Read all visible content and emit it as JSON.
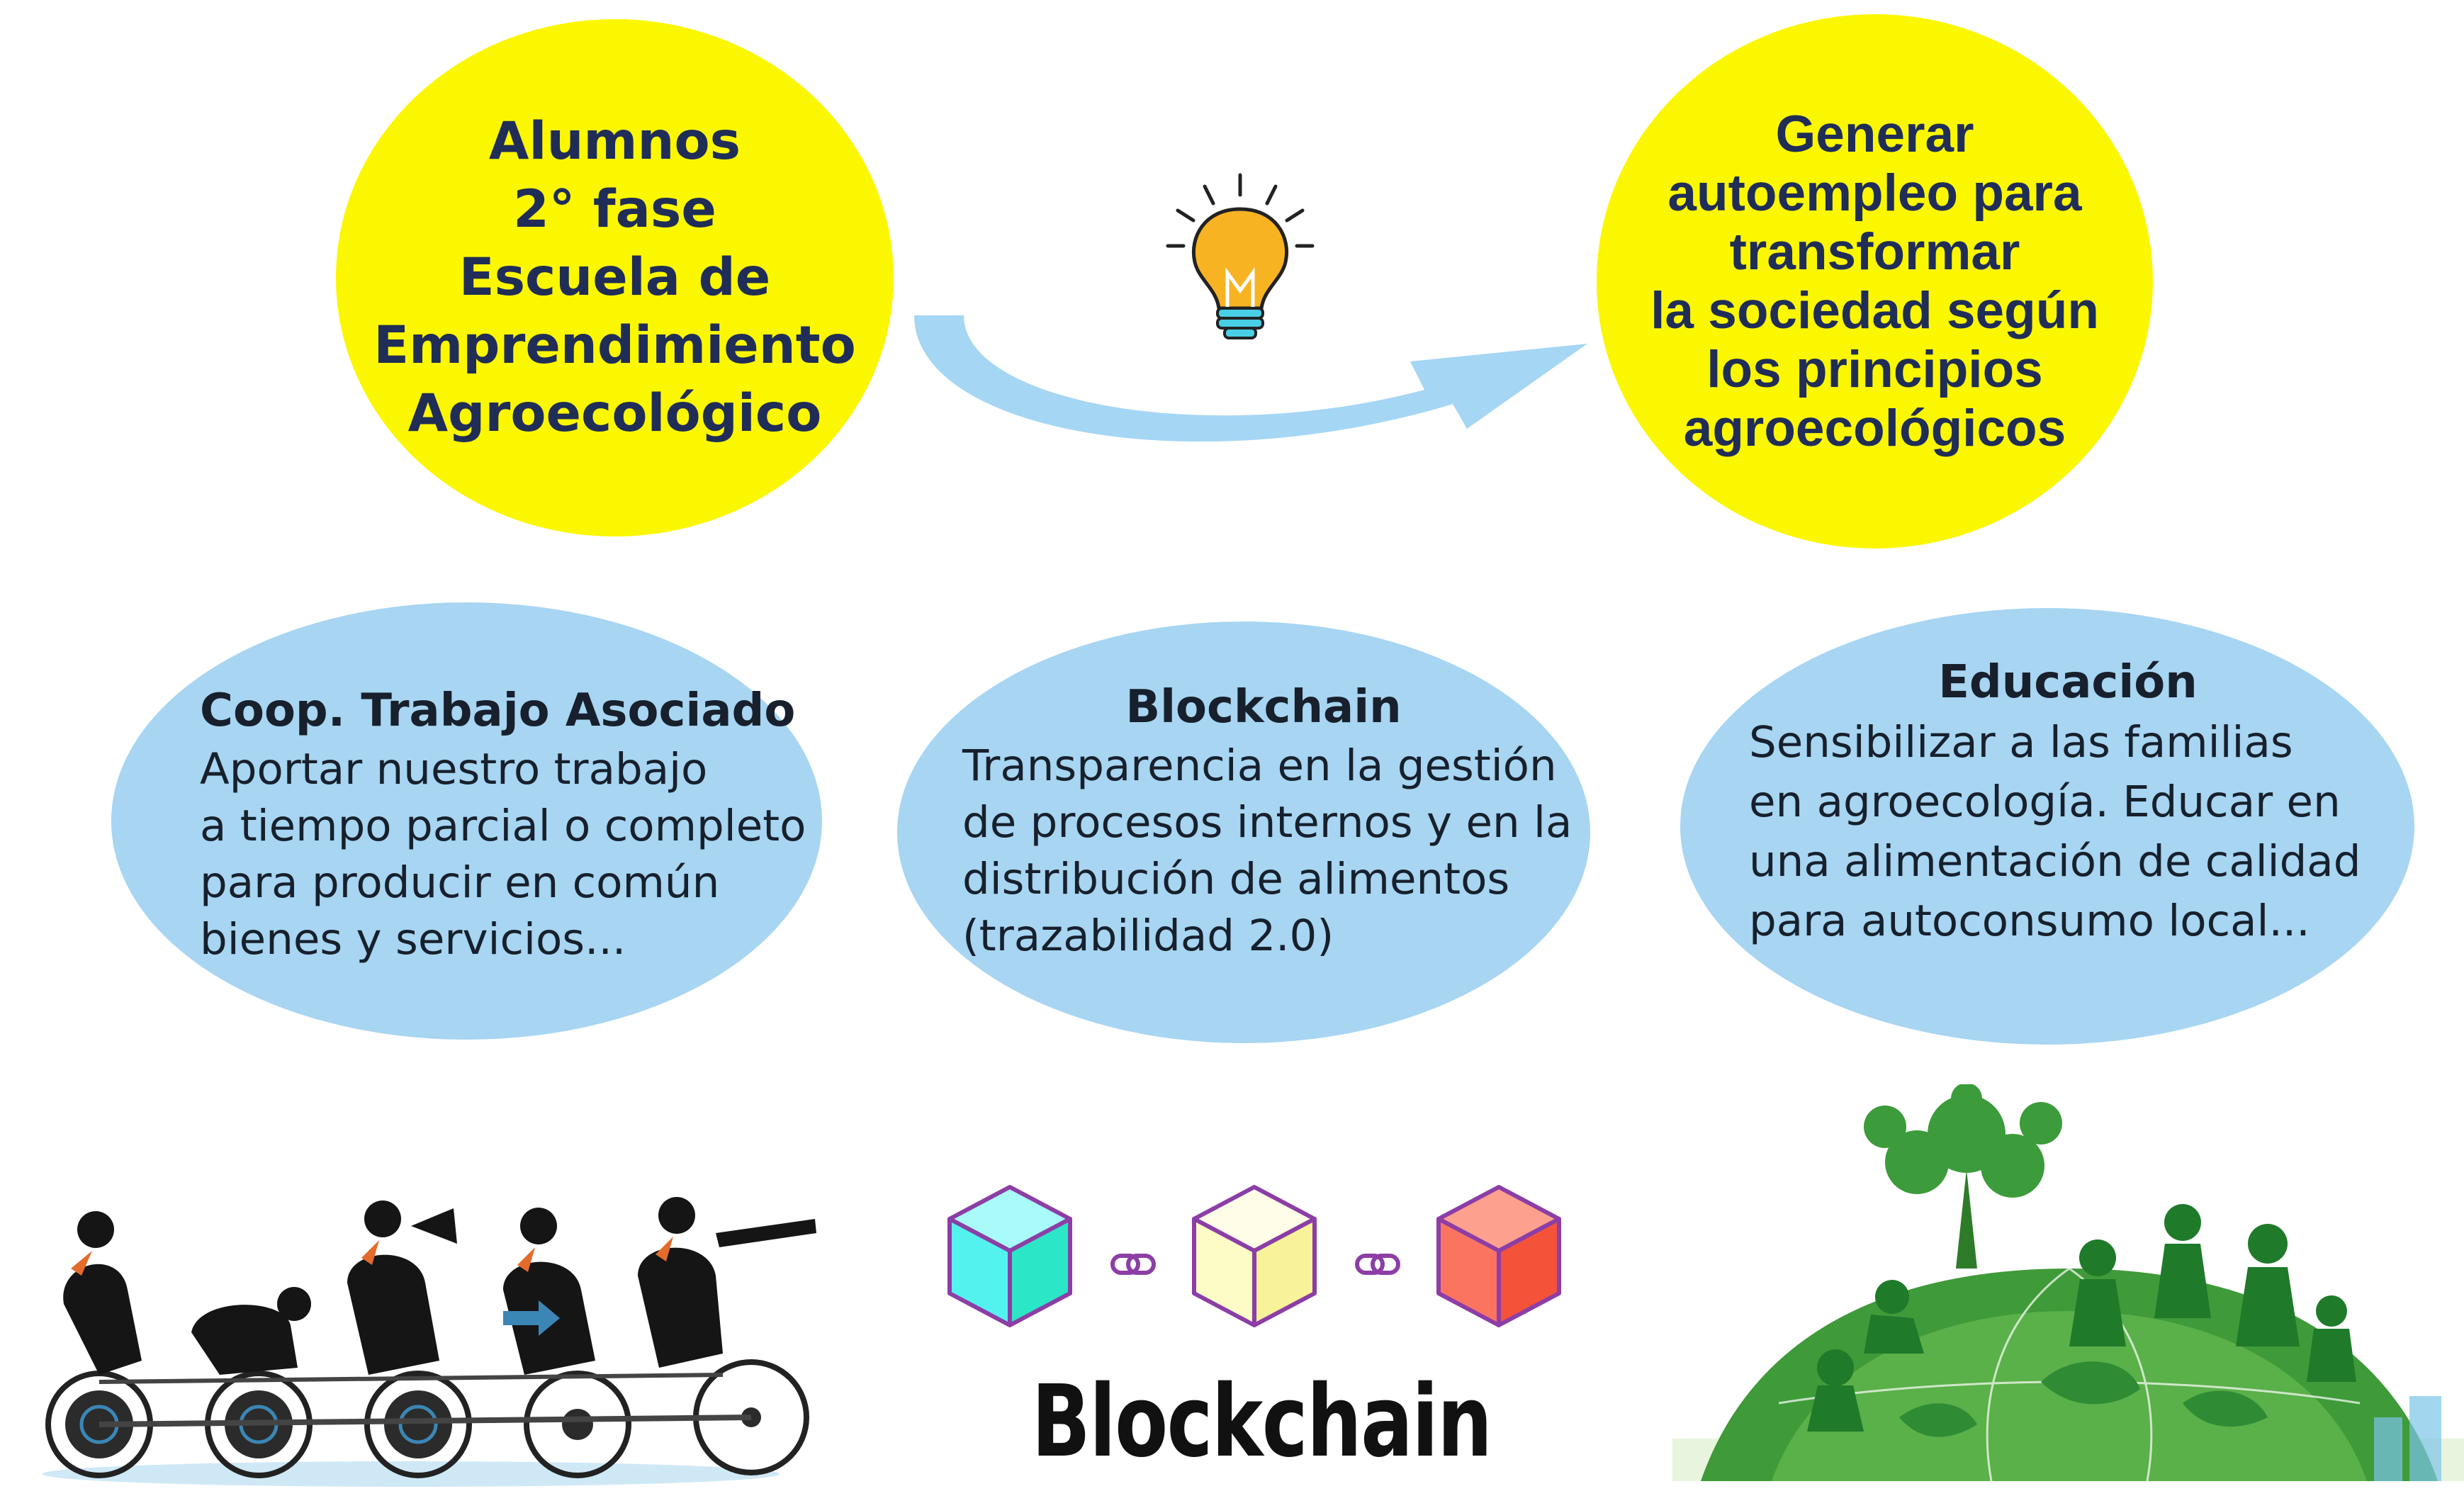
{
  "circles": {
    "left": {
      "lines": [
        "Alumnos",
        "2° fase",
        "Escuela de",
        "Emprendimiento",
        "Agroecológico"
      ]
    },
    "right": {
      "lines": [
        "Generar",
        "autoempleo para",
        "transformar",
        "la sociedad según",
        "los principios",
        "agroecológicos"
      ]
    }
  },
  "ovals": {
    "coop": {
      "title": "Coop. Trabajo Asociado",
      "lines": [
        "Aportar nuestro trabajo",
        "a tiempo parcial o completo",
        "para producir en común",
        "bienes y servicios..."
      ]
    },
    "blockchain": {
      "title": "Blockchain",
      "lines": [
        "Transparencia en la gestión",
        "de procesos internos y en la",
        "distribución de alimentos",
        "(trazabilidad 2.0)"
      ]
    },
    "education": {
      "title": "Educación",
      "lines": [
        "Sensibilizar a las familias",
        "en agroecología. Educar en",
        "una alimentación de calidad",
        "para autoconsumo local..."
      ]
    }
  },
  "blockchain_logo": {
    "label": "Blockchain"
  },
  "colors": {
    "circle_fill": "#fbf700",
    "circle_text": "#1f2d57",
    "oval_fill": "#a7d5f2",
    "arrow": "#a5d6f4",
    "cube_cyan": "#54f2ee",
    "cube_cream": "#fdfbc6",
    "cube_red": "#fb7460",
    "cube_stroke": "#8c3ea6",
    "globe_green": "#3f9a39"
  },
  "icons": [
    "curved-arrow-icon",
    "light-bulb-icon",
    "cyclists-illustration",
    "blockchain-cubes-icon",
    "chain-link-icon",
    "globe-children-tree-illustration"
  ]
}
